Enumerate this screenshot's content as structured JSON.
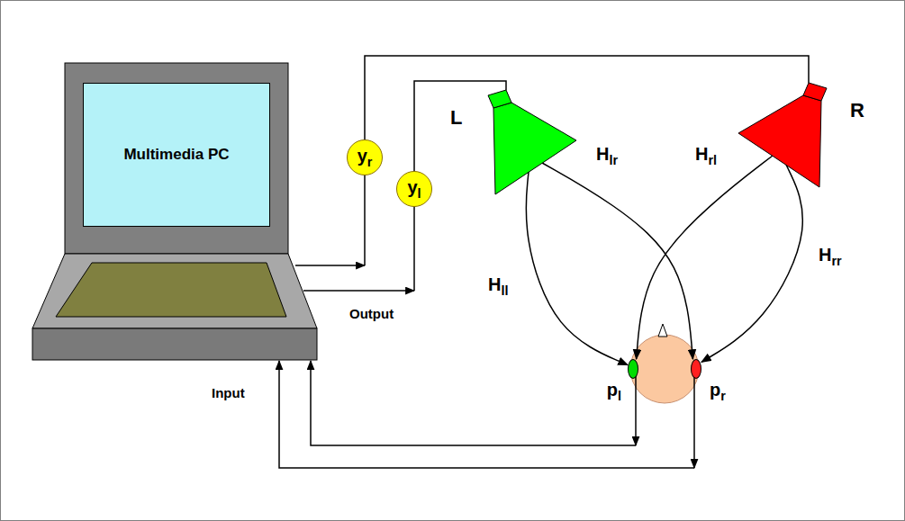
{
  "diagram": {
    "nodes": [
      {
        "text": [
          "Multimedia PC"
        ]
      },
      {
        "text": [
          "yr"
        ]
      },
      {
        "text": [
          "yl"
        ]
      },
      {
        "text": [
          "L"
        ]
      },
      {
        "text": [
          "R"
        ]
      },
      {
        "text": [
          "pl"
        ]
      },
      {
        "text": [
          "pr"
        ]
      }
    ],
    "edges": [
      {
        "from": 3,
        "to": 5,
        "arrow": "to",
        "label": "Hll"
      },
      {
        "from": 3,
        "to": 6,
        "arrow": "to",
        "label": "Hlr"
      },
      {
        "from": 4,
        "to": 5,
        "arrow": "to",
        "label": "Hrl"
      },
      {
        "from": 4,
        "to": 6,
        "arrow": "to",
        "label": "Hrr"
      },
      {
        "from": 1,
        "to": 4,
        "arrow": "none"
      },
      {
        "from": 2,
        "to": 3,
        "arrow": "none"
      }
    ],
    "labels": [
      "Output",
      "Input"
    ]
  }
}
